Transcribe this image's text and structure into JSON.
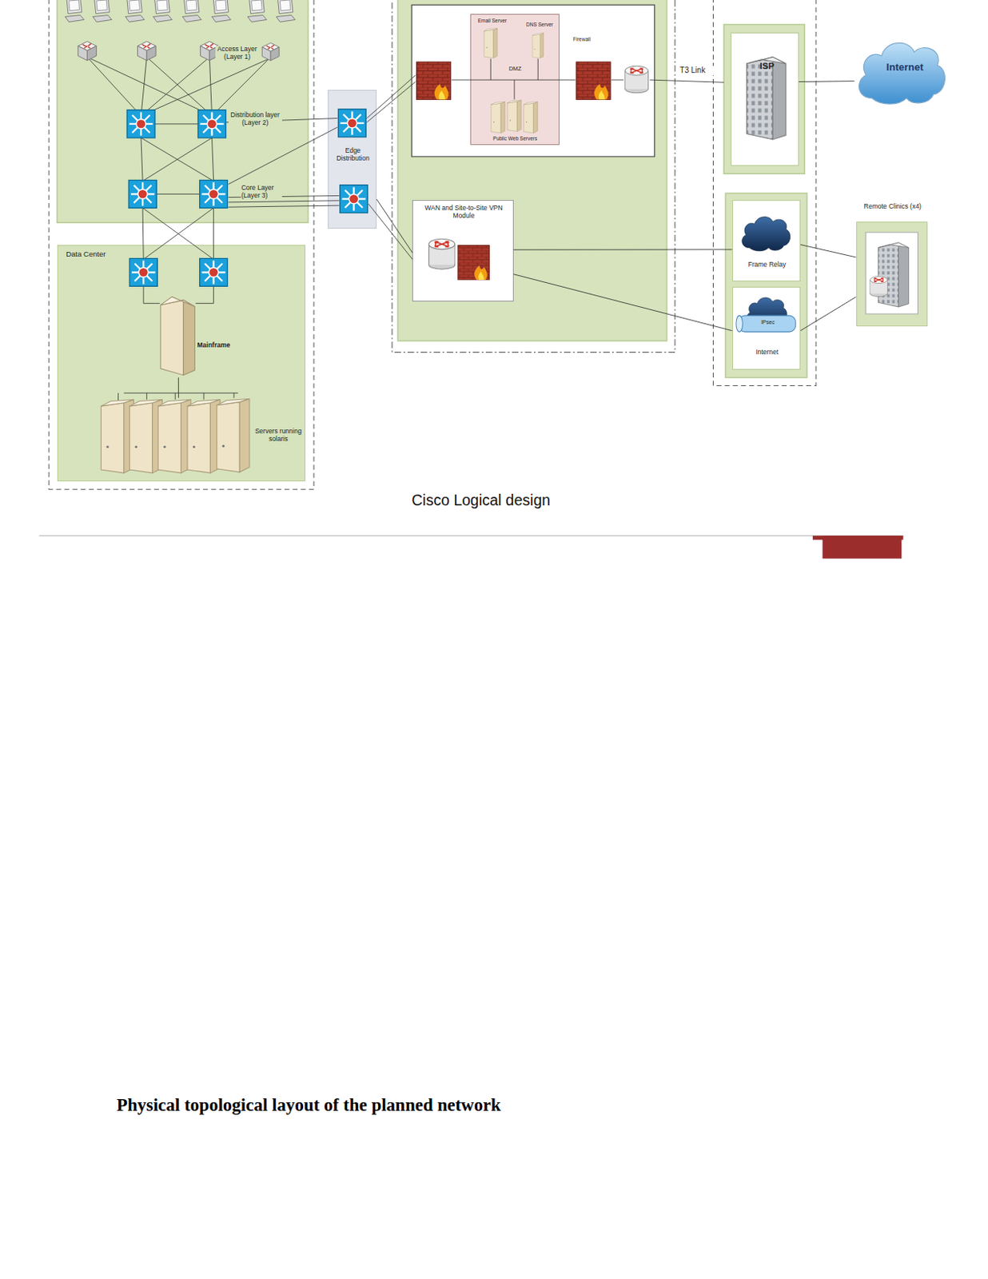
{
  "diagram": {
    "title": "Physical topological layout of the planned network",
    "caption": "Cisco Logical design",
    "nodes": [
      {
        "text": [
          "Data Center"
        ]
      },
      {
        "text": [
          "Mainframe"
        ],
        "in": 0
      },
      {
        "text": [
          "Servers running solaris"
        ],
        "in": 0
      },
      {
        "text": [
          "Edge Distribution"
        ]
      },
      {
        "text": [
          "DMZ"
        ]
      },
      {
        "text": [
          "Email Server"
        ],
        "in": 4
      },
      {
        "text": [
          "DNS Server"
        ],
        "in": 4
      },
      {
        "text": [
          "Public Web Servers"
        ],
        "in": 4
      },
      {
        "text": [
          "WAN and Site-to-Site VPN Module"
        ]
      },
      {
        "text": [
          "ISP"
        ]
      },
      {
        "text": [
          "Frame Relay"
        ]
      },
      {
        "text": [
          "IPsec",
          "Internet"
        ]
      },
      {
        "text": [
          "Internet"
        ]
      },
      {
        "text": [
          "Remote Clinics (x4)"
        ]
      }
    ],
    "edges": [
      {
        "from": 3,
        "to": 8,
        "arrow": "none"
      },
      {
        "from": 8,
        "to": 10,
        "arrow": "none"
      },
      {
        "from": 8,
        "to": 11,
        "arrow": "none"
      },
      {
        "from": 9,
        "to": 12,
        "arrow": "none"
      },
      {
        "from": 10,
        "to": 13,
        "arrow": "none"
      },
      {
        "from": 11,
        "to": 13,
        "arrow": "none"
      },
      {
        "from": 1,
        "to": 2,
        "arrow": "none"
      }
    ],
    "labels": [
      "Access Layer (Layer 1)",
      "Distribution layer (Layer 2)",
      "Core Layer (Layer 3)",
      "Firewall",
      "T3 Link"
    ]
  }
}
